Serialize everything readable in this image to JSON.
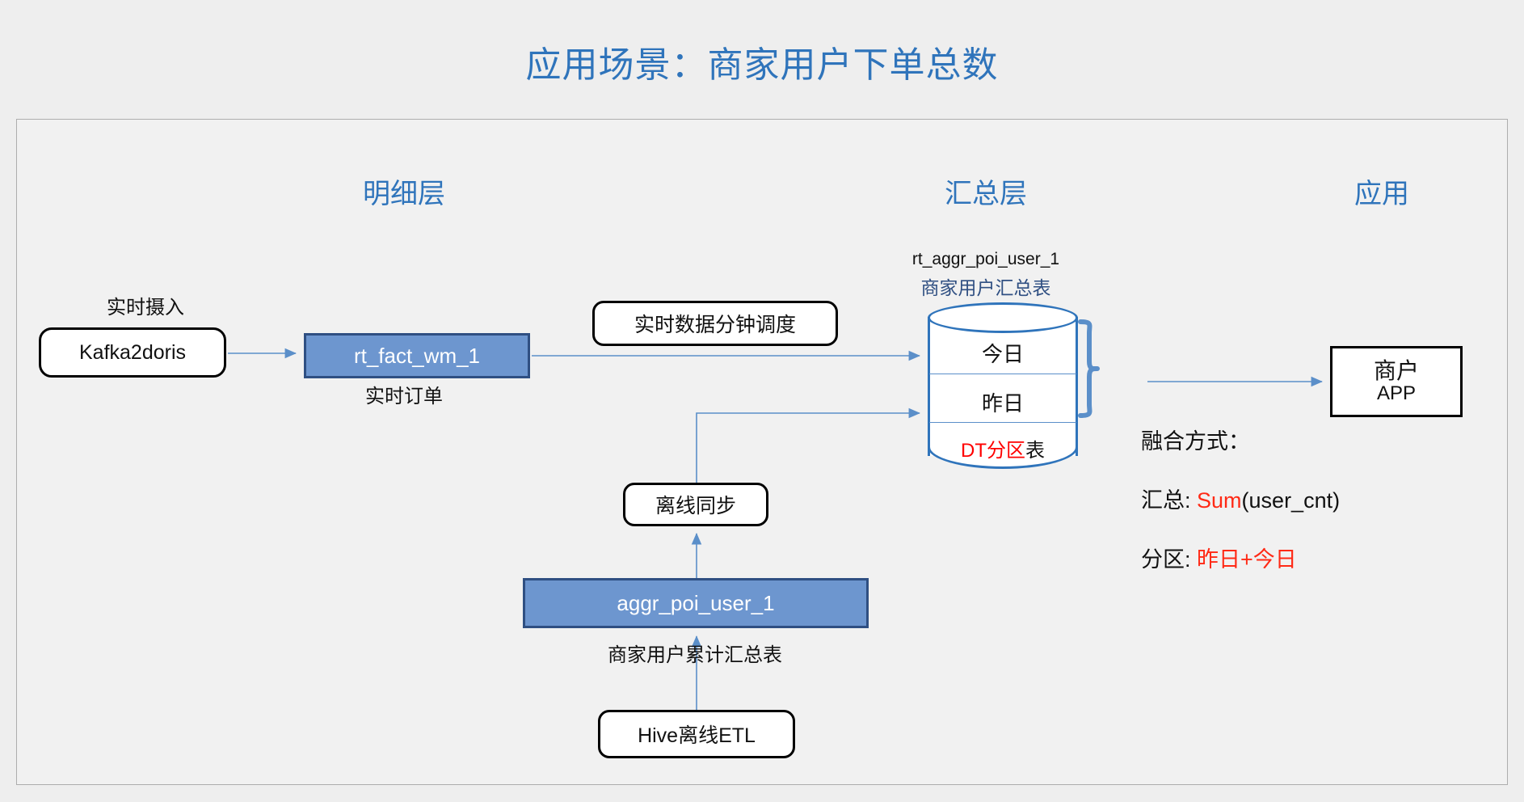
{
  "slide": {
    "title": "应用场景：商家用户下单总数",
    "title_color": "#2f74bb",
    "background_color": "#eeeeee",
    "canvas_background": "#f1f1f1",
    "canvas_border_color": "#adadad"
  },
  "columns": [
    {
      "key": "detail",
      "label": "明细层"
    },
    {
      "key": "summary",
      "label": "汇总层"
    },
    {
      "key": "app",
      "label": "应用"
    }
  ],
  "captions": {
    "ingest": "实时摄入",
    "realtime_order": "实时订单",
    "aggr_desc": "商家用户累计汇总表"
  },
  "nodes": {
    "kafka": {
      "label": "Kafka2doris",
      "shape": "rounded-rect",
      "fill": "#ffffff",
      "border": "#000000"
    },
    "rt_fact": {
      "label": "rt_fact_wm_1",
      "shape": "rect",
      "fill": "#6d96cf",
      "border": "#2f4f82",
      "text_color": "#ffffff"
    },
    "scheduler": {
      "label": "实时数据分钟调度",
      "shape": "rounded-rect",
      "fill": "#ffffff",
      "border": "#000000"
    },
    "offline_sync": {
      "label": "离线同步",
      "shape": "rounded-rect",
      "fill": "#ffffff",
      "border": "#000000"
    },
    "aggr_poi": {
      "label": "aggr_poi_user_1",
      "shape": "rect",
      "fill": "#6d96cf",
      "border": "#2f4f82",
      "text_color": "#ffffff"
    },
    "hive_etl": {
      "label": "Hive离线ETL",
      "shape": "rounded-rect",
      "fill": "#ffffff",
      "border": "#000000"
    },
    "merchant_app": {
      "line1": "商户",
      "line2": "APP",
      "shape": "rect",
      "fill": "#ffffff",
      "border": "#000000"
    }
  },
  "cylinder": {
    "table_name": "rt_aggr_poi_user_1",
    "table_desc": "商家用户汇总表",
    "table_desc_color": "#2f4f82",
    "border_color": "#2f74bb",
    "rows": [
      {
        "label": "今日"
      },
      {
        "label": "昨日"
      }
    ],
    "footer_red": "DT分区",
    "footer_black": "表",
    "footer_red_color": "#ff0000"
  },
  "notes": {
    "method_title": "融合方式：",
    "sum_prefix": "汇总: ",
    "sum_red": "Sum",
    "sum_suffix": "(user_cnt)",
    "partition_prefix": "分区: ",
    "partition_red": "昨日+今日",
    "red_color": "#ff2a16"
  },
  "connectors": {
    "arrow_color": "#5b8fc9",
    "items": [
      {
        "name": "kafka-to-rtfact",
        "from": "kafka",
        "to": "rt_fact"
      },
      {
        "name": "rtfact-to-today",
        "from": "rt_fact",
        "to": "cylinder-today"
      },
      {
        "name": "offlinesync-to-yesterday",
        "from": "offline_sync",
        "to": "cylinder-yesterday"
      },
      {
        "name": "aggrpoi-to-offlinesync",
        "from": "aggr_poi",
        "to": "offline_sync"
      },
      {
        "name": "hive-to-aggrpoi",
        "from": "hive_etl",
        "to": "aggr_poi"
      },
      {
        "name": "cylinder-to-app",
        "from": "cylinder",
        "to": "merchant_app"
      }
    ]
  }
}
